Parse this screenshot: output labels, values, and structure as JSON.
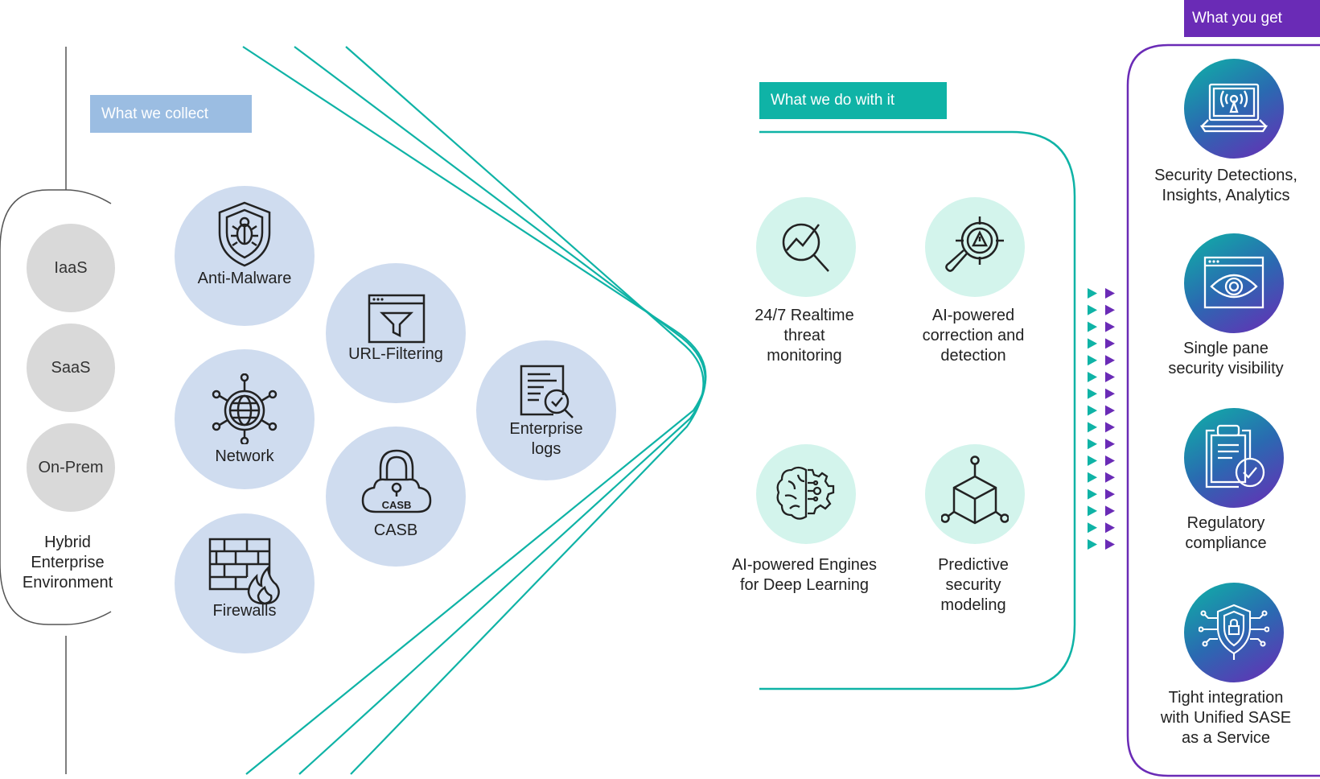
{
  "headers": {
    "collect": "What we collect",
    "do": "What we do with it",
    "get": "What you get"
  },
  "colors": {
    "teal": "#0fb3a6",
    "purple": "#6a2bb6",
    "collect_tag": "#9bbde2",
    "collect_circle": "#cfdcef",
    "do_circle": "#d3f4ec",
    "env_circle": "#d9d9d9"
  },
  "environment": {
    "items": [
      "IaaS",
      "SaaS",
      "On-Prem"
    ],
    "label_line1": "Hybrid",
    "label_line2": "Enterprise",
    "label_line3": "Environment"
  },
  "collect": {
    "items": [
      {
        "label": "Anti-Malware",
        "icon": "shield-bug-icon"
      },
      {
        "label": "Network",
        "icon": "globe-network-icon"
      },
      {
        "label": "Firewalls",
        "icon": "firewall-icon"
      },
      {
        "label": "URL-Filtering",
        "icon": "browser-filter-icon"
      },
      {
        "label": "CASB",
        "icon": "cloud-lock-icon",
        "badge": "CASB"
      },
      {
        "label_line1": "Enterprise",
        "label_line2": "logs",
        "icon": "log-search-icon"
      }
    ]
  },
  "do": {
    "items": [
      {
        "line1": "24/7 Realtime",
        "line2": "threat",
        "line3": "monitoring",
        "icon": "magnifier-chart-icon"
      },
      {
        "line1": "AI-powered",
        "line2": "correction and",
        "line3": "detection",
        "icon": "target-alert-icon"
      },
      {
        "line1": "AI-powered Engines",
        "line2": "for Deep Learning",
        "icon": "brain-gear-icon"
      },
      {
        "line1": "Predictive",
        "line2": "security",
        "line3": "modeling",
        "icon": "cube-nodes-icon"
      }
    ]
  },
  "get": {
    "items": [
      {
        "line1": "Security Detections,",
        "line2": "Insights, Analytics",
        "icon": "laptop-signal-icon"
      },
      {
        "line1": "Single pane",
        "line2": "security visibility",
        "icon": "browser-eye-icon"
      },
      {
        "line1": "Regulatory",
        "line2": "compliance",
        "icon": "clipboard-check-icon"
      },
      {
        "line1": "Tight integration",
        "line2": "with Unified SASE",
        "line3": "as a Service",
        "icon": "shield-lock-circuit-icon"
      }
    ]
  }
}
